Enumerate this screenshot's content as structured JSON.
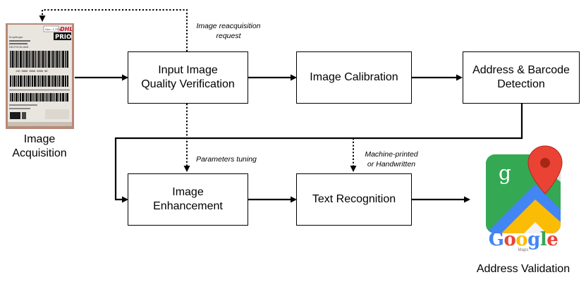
{
  "diagram": {
    "nodes": {
      "image_acquisition": "Image\nAcquisition",
      "quality_verification": "Input Image\nQuality Verification",
      "image_calibration": "Image Calibration",
      "address_barcode_detection": "Address & Barcode\nDetection",
      "image_enhancement": "Image\nEnhancement",
      "text_recognition": "Text Recognition",
      "address_validation": "Address Validation"
    },
    "annotations": {
      "reacquisition_request": "Image reacquisition\nrequest",
      "parameters_tuning": "Parameters tuning",
      "machine_or_handwritten": "Machine-printed\nor Handwritten"
    },
    "parcel_image": {
      "brand": "DHL",
      "service": "PRIO",
      "weight": "Ges.: 1,75 kg",
      "tracking": "JJD 0000 0000 0000 00",
      "address_lines": [
        "Empfänger",
        "DEUTSCHLAND"
      ]
    },
    "logo": {
      "word": [
        "G",
        "o",
        "o",
        "g",
        "l",
        "e"
      ],
      "subword": "Maps",
      "letter_colors": [
        "#4285F4",
        "#EA4335",
        "#FBBC05",
        "#4285F4",
        "#34A853",
        "#EA4335"
      ]
    },
    "colors": {
      "line": "#000000",
      "maps_green": "#34A853",
      "maps_blue": "#4285F4",
      "maps_yellow": "#FBBC05",
      "maps_red": "#EA4335"
    }
  }
}
